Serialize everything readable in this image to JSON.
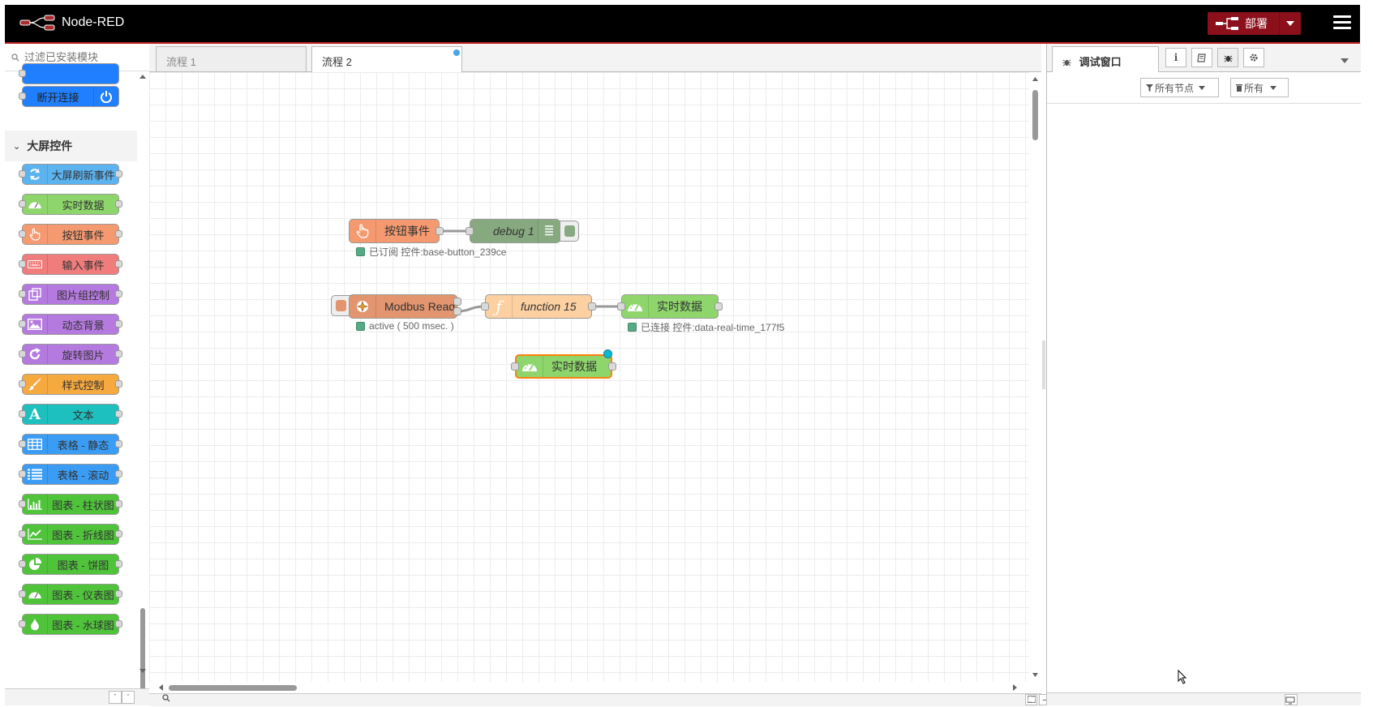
{
  "header": {
    "app_name": "Node-RED",
    "deploy_label": "部署"
  },
  "palette": {
    "search_placeholder": "过滤已安装模块",
    "top_partial_nodes": [
      {
        "label": "",
        "color": "#1f7fff"
      },
      {
        "label": "断开连接",
        "color": "#1f7fff",
        "icon": "power-icon"
      }
    ],
    "category": "大屏控件",
    "nodes": [
      {
        "label": "大屏刷新事件",
        "color": "#5bb3f0",
        "icon": "refresh-icon"
      },
      {
        "label": "实时数据",
        "color": "#8ed66b",
        "icon": "gauge-icon"
      },
      {
        "label": "按钮事件",
        "color": "#f59a70",
        "icon": "pointer-hand-icon"
      },
      {
        "label": "输入事件",
        "color": "#f07c7c",
        "icon": "keyboard-icon"
      },
      {
        "label": "图片组控制",
        "color": "#b57ae0",
        "icon": "images-icon"
      },
      {
        "label": "动态背景",
        "color": "#b57ae0",
        "icon": "picture-icon"
      },
      {
        "label": "旋转图片",
        "color": "#b57ae0",
        "icon": "rotate-icon"
      },
      {
        "label": "样式控制",
        "color": "#f6a93f",
        "icon": "brush-icon"
      },
      {
        "label": "文本",
        "color": "#1dbfbf",
        "icon": "text-icon"
      },
      {
        "label": "表格 - 静态",
        "color": "#3a9cf5",
        "icon": "table-icon"
      },
      {
        "label": "表格 - 滚动",
        "color": "#3a9cf5",
        "icon": "list-icon"
      },
      {
        "label": "图表 - 柱状图",
        "color": "#4fc43a",
        "icon": "bar-chart-icon"
      },
      {
        "label": "图表 - 折线图",
        "color": "#4fc43a",
        "icon": "line-chart-icon"
      },
      {
        "label": "图表 - 饼图",
        "color": "#4fc43a",
        "icon": "pie-chart-icon"
      },
      {
        "label": "图表 - 仪表图",
        "color": "#4fc43a",
        "icon": "gauge-icon"
      },
      {
        "label": "图表 - 水球图",
        "color": "#4fc43a",
        "icon": "drop-icon"
      }
    ]
  },
  "workspace": {
    "tabs": [
      {
        "label": "流程 1",
        "active": false
      },
      {
        "label": "流程 2",
        "active": true
      }
    ],
    "flow_nodes": [
      {
        "label": "按钮事件",
        "color": "#f59a70",
        "icon": "pointer-hand-icon",
        "status": "已订阅 控件:base-button_239ce"
      },
      {
        "label": "debug 1",
        "color": "#87a980",
        "icon": "list-icon"
      },
      {
        "label": "Modbus Read",
        "color": "#e2956f",
        "icon": "modbus-icon",
        "status": "active ( 500 msec. )"
      },
      {
        "label": "function 15",
        "color": "#fdd0a2",
        "icon": "function-icon"
      },
      {
        "label": "实时数据",
        "color": "#8ed66b",
        "icon": "gauge-icon",
        "status": "已连接 控件:data-real-time_177f5"
      },
      {
        "label": "实时数据",
        "color": "#8ed66b",
        "icon": "gauge-icon"
      }
    ]
  },
  "sidebar": {
    "tab_label": "调试窗口",
    "filter_nodes": "所有节点",
    "filter_clear": "所有"
  }
}
